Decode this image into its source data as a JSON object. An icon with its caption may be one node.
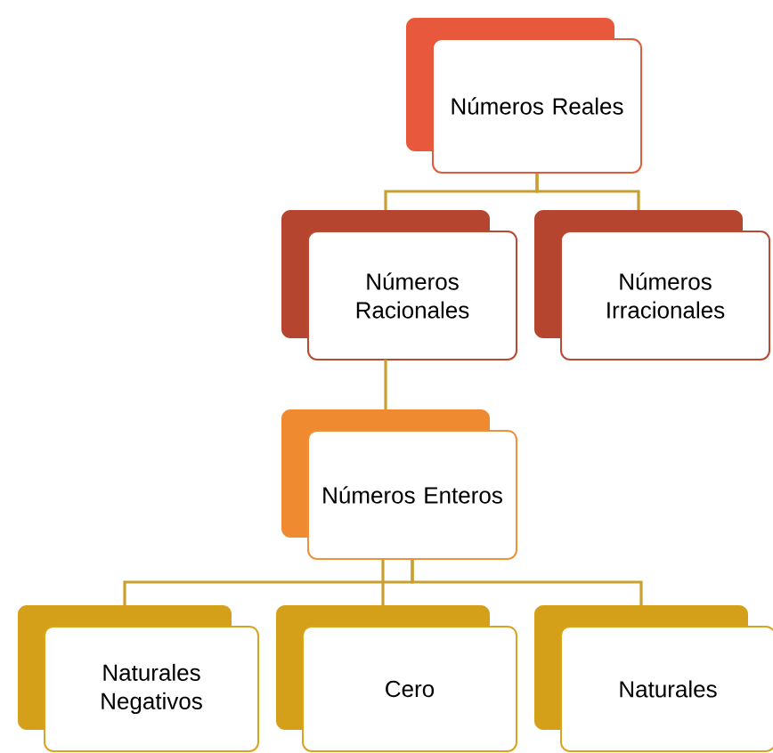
{
  "diagram": {
    "nodes": [
      {
        "text": [
          "Números Reales"
        ]
      },
      {
        "text": [
          "Números Racionales"
        ]
      },
      {
        "text": [
          "Números Irracionales"
        ]
      },
      {
        "text": [
          "Números Enteros"
        ]
      },
      {
        "text": [
          "Naturales Negativos"
        ]
      },
      {
        "text": [
          "Cero"
        ]
      },
      {
        "text": [
          "Naturales"
        ]
      }
    ],
    "edges": [
      {
        "from": 0,
        "to": 1,
        "arrow": "none"
      },
      {
        "from": 0,
        "to": 2,
        "arrow": "none"
      },
      {
        "from": 1,
        "to": 3,
        "arrow": "none"
      },
      {
        "from": 3,
        "to": 4,
        "arrow": "none"
      },
      {
        "from": 3,
        "to": 5,
        "arrow": "none"
      },
      {
        "from": 3,
        "to": 6,
        "arrow": "none"
      }
    ]
  }
}
